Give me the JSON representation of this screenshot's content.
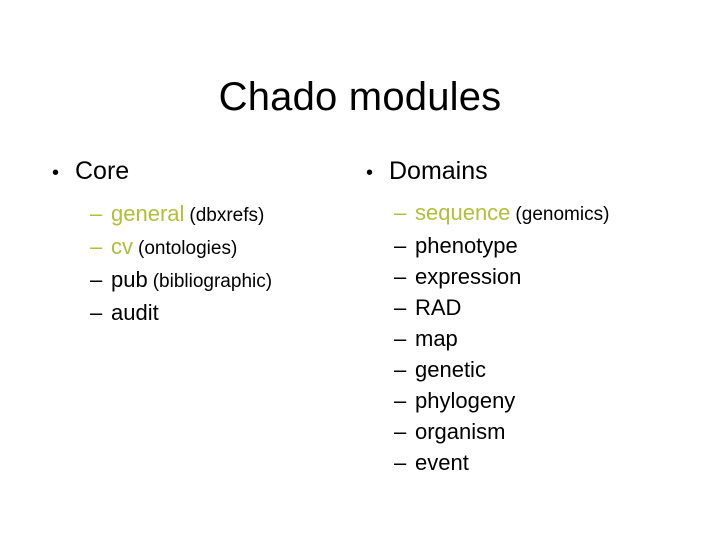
{
  "slide": {
    "title": "Chado modules",
    "background_color": "#ffffff",
    "text_color": "#000000",
    "accent_color": "#b0c03a",
    "bullet_glyph": "•",
    "dash_glyph": "–",
    "columns": [
      {
        "id": "core",
        "heading": "Core",
        "items": [
          {
            "name": "general",
            "paren": "(dbxrefs)",
            "highlighted": true
          },
          {
            "name": "cv",
            "paren": "(ontologies)",
            "highlighted": true
          },
          {
            "name": "pub",
            "paren": "(bibliographic)",
            "highlighted": false
          },
          {
            "name": "audit",
            "paren": "",
            "highlighted": false
          }
        ]
      },
      {
        "id": "domains",
        "heading": "Domains",
        "items": [
          {
            "name": "sequence",
            "paren": "(genomics)",
            "highlighted": true
          },
          {
            "name": "phenotype",
            "paren": "",
            "highlighted": false
          },
          {
            "name": "expression",
            "paren": "",
            "highlighted": false
          },
          {
            "name": "RAD",
            "paren": "",
            "highlighted": false
          },
          {
            "name": "map",
            "paren": "",
            "highlighted": false
          },
          {
            "name": "genetic",
            "paren": "",
            "highlighted": false
          },
          {
            "name": "phylogeny",
            "paren": "",
            "highlighted": false
          },
          {
            "name": "organism",
            "paren": "",
            "highlighted": false
          },
          {
            "name": "event",
            "paren": "",
            "highlighted": false
          }
        ]
      }
    ]
  }
}
